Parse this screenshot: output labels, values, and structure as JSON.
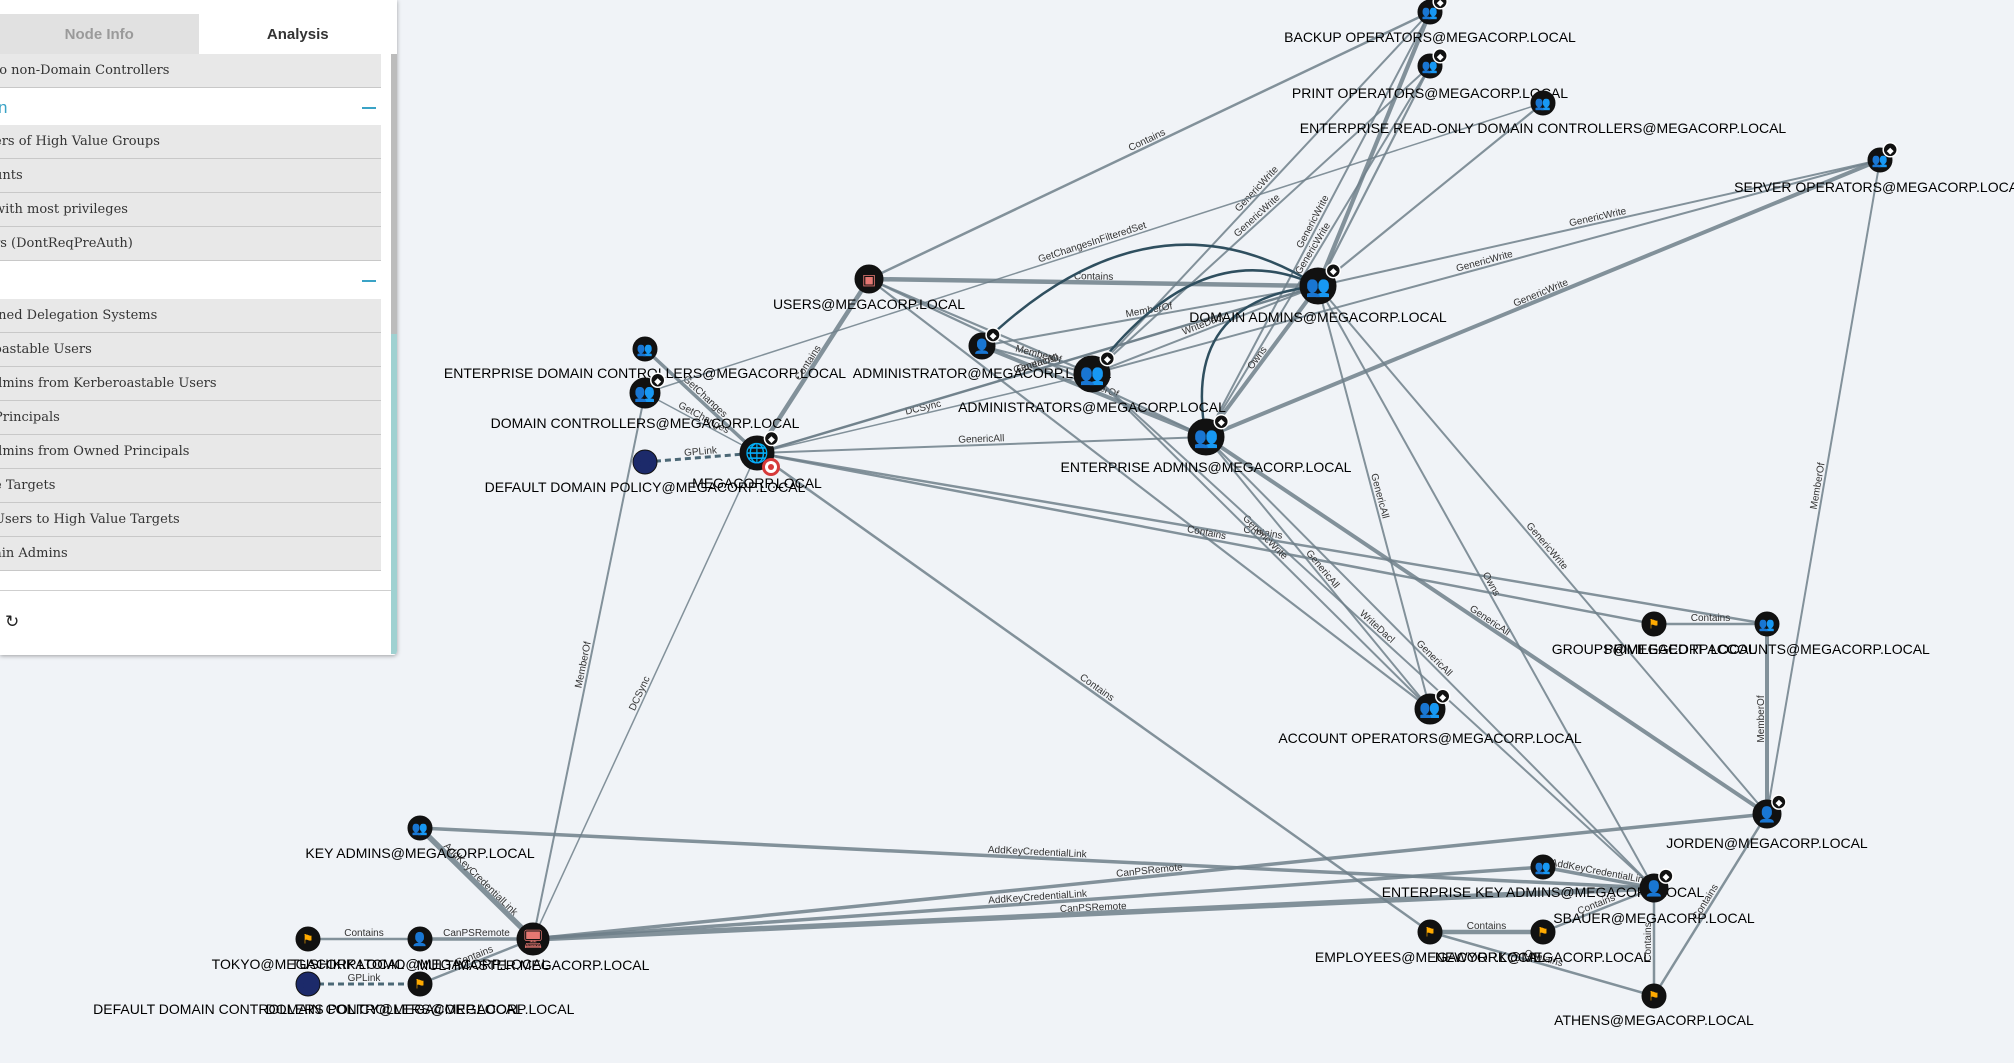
{
  "panel": {
    "tabs": [
      {
        "label": "Node Info"
      },
      {
        "label": "Analysis"
      }
    ],
    "items": [
      "to non-Domain Controllers",
      "ers of High Value Groups",
      "unts",
      "with most privileges",
      "rs (DontReqPreAuth)",
      "ined Delegation Systems",
      "oastable Users",
      "dmins from Kerberoastable Users",
      "Principals",
      "dmins from Owned Principals",
      "e Targets",
      "Users to High Value Targets",
      "ain Admins"
    ],
    "section_title": "n",
    "refresh_icon": "refresh-icon"
  },
  "colors": {
    "group": "#dde23c",
    "user": "#17e625",
    "computer": "#e67873",
    "domain": "#17e6b9",
    "gpo": "#998e8e",
    "ou": "#ffaa00",
    "edge": "#6f7f8a",
    "edge_dark": "#2f4f5f",
    "accent": "#3aa3c6"
  },
  "nodes": [
    {
      "id": "backup_operators",
      "label": "BACKUP OPERATORS@MEGACORP.LOCAL",
      "type": "group",
      "highvalue": true
    },
    {
      "id": "print_operators",
      "label": "PRINT OPERATORS@MEGACORP.LOCAL",
      "type": "group",
      "highvalue": true
    },
    {
      "id": "enterprise_ro_dc",
      "label": "ENTERPRISE READ-ONLY DOMAIN CONTROLLERS@MEGACORP.LOCAL",
      "type": "group",
      "highvalue": false
    },
    {
      "id": "server_operators",
      "label": "SERVER OPERATORS@MEGACORP.LOCAL",
      "type": "group",
      "highvalue": true
    },
    {
      "id": "domain_admins",
      "label": "DOMAIN ADMINS@MEGACORP.LOCAL",
      "type": "group",
      "highvalue": true
    },
    {
      "id": "users",
      "label": "USERS@MEGACORP.LOCAL",
      "type": "container",
      "highvalue": false
    },
    {
      "id": "enterprise_dc",
      "label": "ENTERPRISE DOMAIN CONTROLLERS@MEGACORP.LOCAL",
      "type": "group",
      "highvalue": false
    },
    {
      "id": "administrator",
      "label": "ADMINISTRATOR@MEGACORP.LOCAL",
      "type": "user",
      "highvalue": true
    },
    {
      "id": "administrators",
      "label": "ADMINISTRATORS@MEGACORP.LOCAL",
      "type": "group",
      "highvalue": true
    },
    {
      "id": "domain_controllers",
      "label": "DOMAIN CONTROLLERS@MEGACORP.LOCAL",
      "type": "group",
      "highvalue": true
    },
    {
      "id": "megacorp",
      "label": "MEGACORP.LOCAL",
      "type": "domain",
      "highvalue": true
    },
    {
      "id": "default_domain_policy",
      "label": "DEFAULT DOMAIN POLICY@MEGACORP.LOCAL",
      "type": "gpo",
      "highvalue": false
    },
    {
      "id": "enterprise_admins",
      "label": "ENTERPRISE ADMINS@MEGACORP.LOCAL",
      "type": "group",
      "highvalue": true
    },
    {
      "id": "groups",
      "label": "GROUPS@MEGACORP.LOCAL",
      "type": "ou",
      "highvalue": false
    },
    {
      "id": "privileged_it_accounts",
      "label": "PRIVILEGED IT ACCOUNTS@MEGACORP.LOCAL",
      "type": "group",
      "highvalue": false
    },
    {
      "id": "account_operators",
      "label": "ACCOUNT OPERATORS@MEGACORP.LOCAL",
      "type": "group",
      "highvalue": true
    },
    {
      "id": "key_admins",
      "label": "KEY ADMINS@MEGACORP.LOCAL",
      "type": "group",
      "highvalue": false
    },
    {
      "id": "jorden",
      "label": "JORDEN@MEGACORP.LOCAL",
      "type": "user",
      "highvalue": true
    },
    {
      "id": "enterprise_key_admins",
      "label": "ENTERPRISE KEY ADMINS@MEGACORP.LOCAL",
      "type": "group",
      "highvalue": false
    },
    {
      "id": "sbauer",
      "label": "SBAUER@MEGACORP.LOCAL",
      "type": "user",
      "highvalue": true
    },
    {
      "id": "employees",
      "label": "EMPLOYEES@MEGACORP.LOCAL",
      "type": "ou",
      "highvalue": false
    },
    {
      "id": "newyork",
      "label": "NEWYORK@MEGACORP.LOCAL",
      "type": "ou",
      "highvalue": false
    },
    {
      "id": "athens",
      "label": "ATHENS@MEGACORP.LOCAL",
      "type": "ou",
      "highvalue": false
    },
    {
      "id": "tokyo",
      "label": "TOKYO@MEGACORP.LOCAL",
      "type": "ou",
      "highvalue": false
    },
    {
      "id": "tushikikatomo",
      "label": "TUSHIKIKATOMO@MEGACORP.LOCAL",
      "type": "user",
      "highvalue": false
    },
    {
      "id": "multimaster",
      "label": "MULTIMASTER.MEGACORP.LOCAL",
      "type": "computer",
      "highvalue": false
    },
    {
      "id": "default_dc_policy",
      "label": "DEFAULT DOMAIN CONTROLLERS POLICY@MEGACORP.LOCAL",
      "type": "gpo",
      "highvalue": false
    },
    {
      "id": "domain_controllers_ou",
      "label": "DOMAIN CONTROLLERS@MEGACORP.LOCAL",
      "type": "ou",
      "highvalue": false
    }
  ],
  "edges": [
    {
      "source": "domain_admins",
      "target": "backup_operators",
      "label": ""
    },
    {
      "source": "domain_admins",
      "target": "print_operators",
      "label": ""
    },
    {
      "source": "domain_admins",
      "target": "enterprise_ro_dc",
      "label": ""
    },
    {
      "source": "domain_admins",
      "target": "server_operators",
      "label": "GenericWrite"
    },
    {
      "source": "administrators",
      "target": "server_operators",
      "label": "GenericWrite"
    },
    {
      "source": "enterprise_admins",
      "target": "server_operators",
      "label": "GenericWrite"
    },
    {
      "source": "administrators",
      "target": "backup_operators",
      "label": "GenericWrite"
    },
    {
      "source": "enterprise_admins",
      "target": "backup_operators",
      "label": "GenericWrite"
    },
    {
      "source": "administrators",
      "target": "print_operators",
      "label": "GenericWrite"
    },
    {
      "source": "enterprise_admins",
      "target": "print_operators",
      "label": "GenericWrite"
    },
    {
      "source": "users",
      "target": "domain_admins",
      "label": "Contains"
    },
    {
      "source": "users",
      "target": "backup_operators",
      "label": "Contains"
    },
    {
      "source": "users",
      "target": "administrators",
      "label": ""
    },
    {
      "source": "users",
      "target": "enterprise_admins",
      "label": ""
    },
    {
      "source": "users",
      "target": "account_operators",
      "label": ""
    },
    {
      "source": "megacorp",
      "target": "users",
      "label": "Contains"
    },
    {
      "source": "megacorp",
      "target": "domain_admins",
      "label": "Contains"
    },
    {
      "source": "megacorp",
      "target": "privileged_it_accounts",
      "label": "Contains"
    },
    {
      "source": "megacorp",
      "target": "groups",
      "label": "Contains"
    },
    {
      "source": "megacorp",
      "target": "employees",
      "label": "Contains"
    },
    {
      "source": "enterprise_dc",
      "target": "megacorp",
      "label": "GetChanges"
    },
    {
      "source": "domain_controllers",
      "target": "megacorp",
      "label": "GetChanges"
    },
    {
      "source": "domain_controllers",
      "target": "enterprise_ro_dc",
      "label": "GetChangesInFilteredSet"
    },
    {
      "source": "administrator",
      "target": "domain_admins",
      "label": "MemberOf"
    },
    {
      "source": "administrator",
      "target": "administrators",
      "label": "MemberOf"
    },
    {
      "source": "administrator",
      "target": "enterprise_admins",
      "label": "MemberOf"
    },
    {
      "source": "administrators",
      "target": "megacorp",
      "label": "DCSync"
    },
    {
      "source": "domain_admins",
      "target": "megacorp",
      "label": "GenericAll"
    },
    {
      "source": "enterprise_admins",
      "target": "megacorp",
      "label": "GenericAll"
    },
    {
      "source": "administrators",
      "target": "domain_admins",
      "label": "WriteDacl"
    },
    {
      "source": "enterprise_admins",
      "target": "domain_admins",
      "label": "Owns"
    },
    {
      "source": "domain_admins",
      "target": "account_operators",
      "label": "GenericAll"
    },
    {
      "source": "administrators",
      "target": "account_operators",
      "label": "GenericWrite"
    },
    {
      "source": "enterprise_admins",
      "target": "account_operators",
      "label": "GenericAll"
    },
    {
      "source": "domain_admins",
      "target": "jorden",
      "label": "GenericWrite"
    },
    {
      "source": "enterprise_admins",
      "target": "jorden",
      "label": "GenericAll"
    },
    {
      "source": "administrators",
      "target": "sbauer",
      "label": "WriteDacl"
    },
    {
      "source": "enterprise_admins",
      "target": "sbauer",
      "label": "GenericAll"
    },
    {
      "source": "domain_admins",
      "target": "sbauer",
      "label": "Owns"
    },
    {
      "source": "jorden",
      "target": "server_operators",
      "label": "MemberOf"
    },
    {
      "source": "jorden",
      "target": "privileged_it_accounts",
      "label": "MemberOf"
    },
    {
      "source": "groups",
      "target": "privileged_it_accounts",
      "label": "Contains"
    },
    {
      "source": "default_domain_policy",
      "target": "megacorp",
      "label": "GPLink"
    },
    {
      "source": "domain_controllers",
      "target": "multimaster",
      "label": "MemberOf"
    },
    {
      "source": "multimaster",
      "target": "megacorp",
      "label": "DCSync"
    },
    {
      "source": "key_admins",
      "target": "multimaster",
      "label": "AddKeyCredentialLink"
    },
    {
      "source": "key_admins",
      "target": "sbauer",
      "label": "AddKeyCredentialLink"
    },
    {
      "source": "enterprise_key_admins",
      "target": "multimaster",
      "label": "AddKeyCredentialLink"
    },
    {
      "source": "enterprise_key_admins",
      "target": "sbauer",
      "label": "AddKeyCredentialLink"
    },
    {
      "source": "jorden",
      "target": "multimaster",
      "label": "CanPSRemote"
    },
    {
      "source": "sbauer",
      "target": "multimaster",
      "label": "CanPSRemote"
    },
    {
      "source": "tushikikatomo",
      "target": "multimaster",
      "label": "CanPSRemote"
    },
    {
      "source": "tokyo",
      "target": "tushikikatomo",
      "label": "Contains"
    },
    {
      "source": "domain_controllers_ou",
      "target": "multimaster",
      "label": "Contains"
    },
    {
      "source": "default_dc_policy",
      "target": "domain_controllers_ou",
      "label": "GPLink"
    },
    {
      "source": "employees",
      "target": "newyork",
      "label": "Contains"
    },
    {
      "source": "employees",
      "target": "athens",
      "label": "Contains"
    },
    {
      "source": "newyork",
      "target": "sbauer",
      "label": "Contains"
    },
    {
      "source": "athens",
      "target": "jorden",
      "label": "Contains"
    },
    {
      "source": "athens",
      "target": "sbauer",
      "label": "Contains"
    }
  ]
}
